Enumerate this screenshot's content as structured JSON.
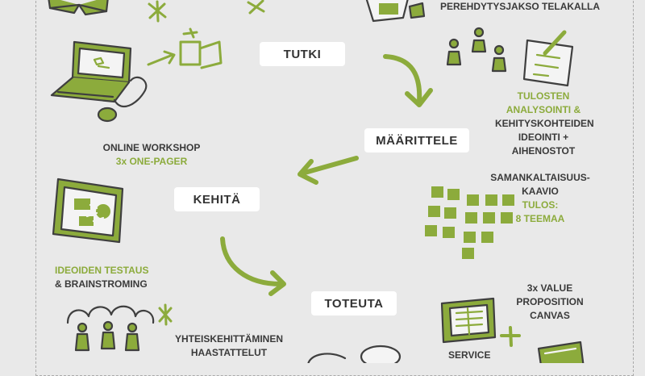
{
  "colors": {
    "accent": "#8cab3c",
    "text": "#3a3a3a",
    "background": "#e9e9e9",
    "box": "#ffffff"
  },
  "stages": {
    "tutki": "TUTKI",
    "maarittele": "MÄÄRITTELE",
    "kehita": "KEHITÄ",
    "toteuta": "TOTEUTA"
  },
  "labels": {
    "perehdytys": "PEREHDYTYSJAKSO TELAKALLA",
    "tulosten_green": [
      "TULOSTEN",
      "ANALYSOINTI &"
    ],
    "tulosten_dark": [
      "KEHITYSKOHTEIDEN",
      "IDEOINTI +",
      "AIHENOSTOT"
    ],
    "online_workshop": "ONLINE WORKSHOP",
    "one_pager": "3x ONE-PAGER",
    "samankaltaisuus": [
      "SAMANKALTAISUUS-",
      "KAAVIO"
    ],
    "tulos": [
      "TULOS:",
      "8 TEEMAA"
    ],
    "ideoiden_testaus": "IDEOIDEN TESTAUS",
    "brainstorming": "& BRAINSTROMING",
    "value_prop": [
      "3x VALUE",
      "PROPOSITION",
      "CANVAS"
    ],
    "yhteiskehittaminen": "YHTEISKEHITTÄMINEN",
    "haastattelut": "HAASTATTELUT",
    "service": "SERVICE"
  },
  "icons": [
    "books-icon",
    "star-icon",
    "photo-board-icon",
    "laptop-icon",
    "mouse-icon",
    "flow-boxes-icon",
    "people-icon",
    "document-pen-icon",
    "curved-arrow-icon",
    "workshop-board-icon",
    "sticky-notes-icon",
    "team-icon",
    "canvas-icon",
    "plus-icon",
    "speech-bubble-icon"
  ]
}
